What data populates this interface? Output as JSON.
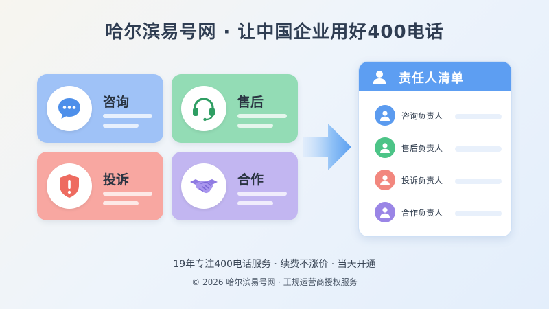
{
  "header": {
    "title": "哈尔滨易号网 · 让中国企业用好400电话"
  },
  "cards": [
    {
      "label": "咨询",
      "icon": "chat-bubble-icon",
      "color": "#9fc2f7"
    },
    {
      "label": "售后",
      "icon": "headset-icon",
      "color": "#93dcb5"
    },
    {
      "label": "投诉",
      "icon": "shield-alert-icon",
      "color": "#f8a7a1"
    },
    {
      "label": "合作",
      "icon": "handshake-icon",
      "color": "#c2b6f1"
    }
  ],
  "panel": {
    "title": "责任人清单",
    "icon": "person-icon",
    "header_color": "#5d9ef2",
    "items": [
      {
        "label": "咨询负责人",
        "color": "#5b9bef"
      },
      {
        "label": "售后负责人",
        "color": "#4cc487"
      },
      {
        "label": "投诉负责人",
        "color": "#f2877e"
      },
      {
        "label": "合作负责人",
        "color": "#9a85e6"
      }
    ]
  },
  "footer": {
    "line1": "19年专注400电话服务 · 续费不涨价 · 当天开通",
    "line2": "© 2026 哈尔滨易号网 · 正规运营商授权服务"
  }
}
